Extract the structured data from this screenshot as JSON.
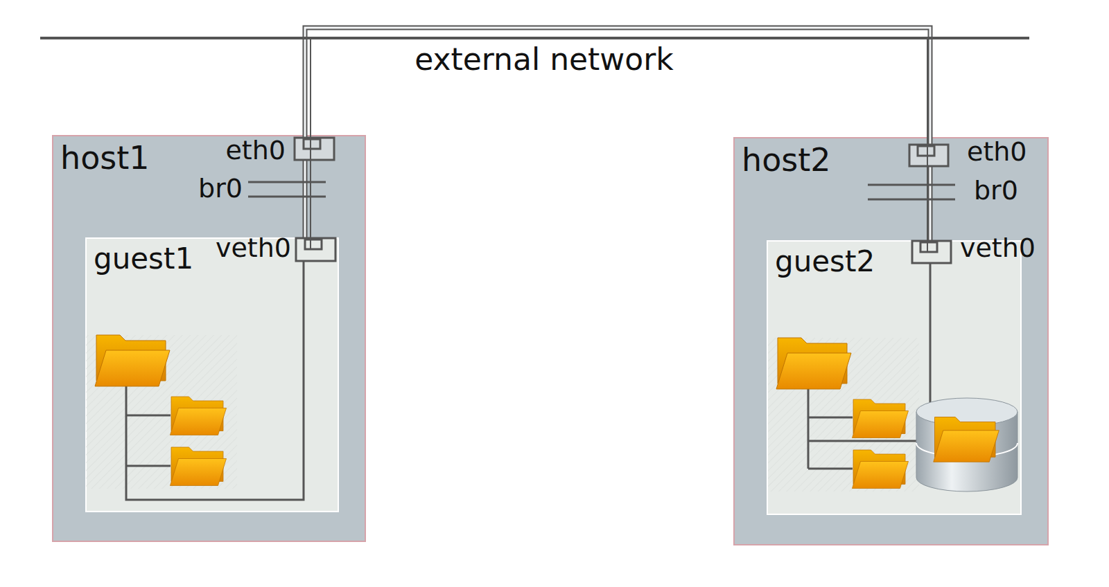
{
  "diagram": {
    "nodes": [
      {
        "text": [
          "host1"
        ]
      },
      {
        "text": [
          "guest1"
        ],
        "in": 0
      },
      {
        "text": [
          "host2"
        ]
      },
      {
        "text": [
          "guest2"
        ],
        "in": 2
      }
    ],
    "edges": [
      {
        "from": 1,
        "to": 3,
        "arrow": "none"
      }
    ],
    "labels": [
      "external network",
      "eth0",
      "br0",
      "veth0",
      "eth0",
      "br0",
      "veth0"
    ]
  }
}
